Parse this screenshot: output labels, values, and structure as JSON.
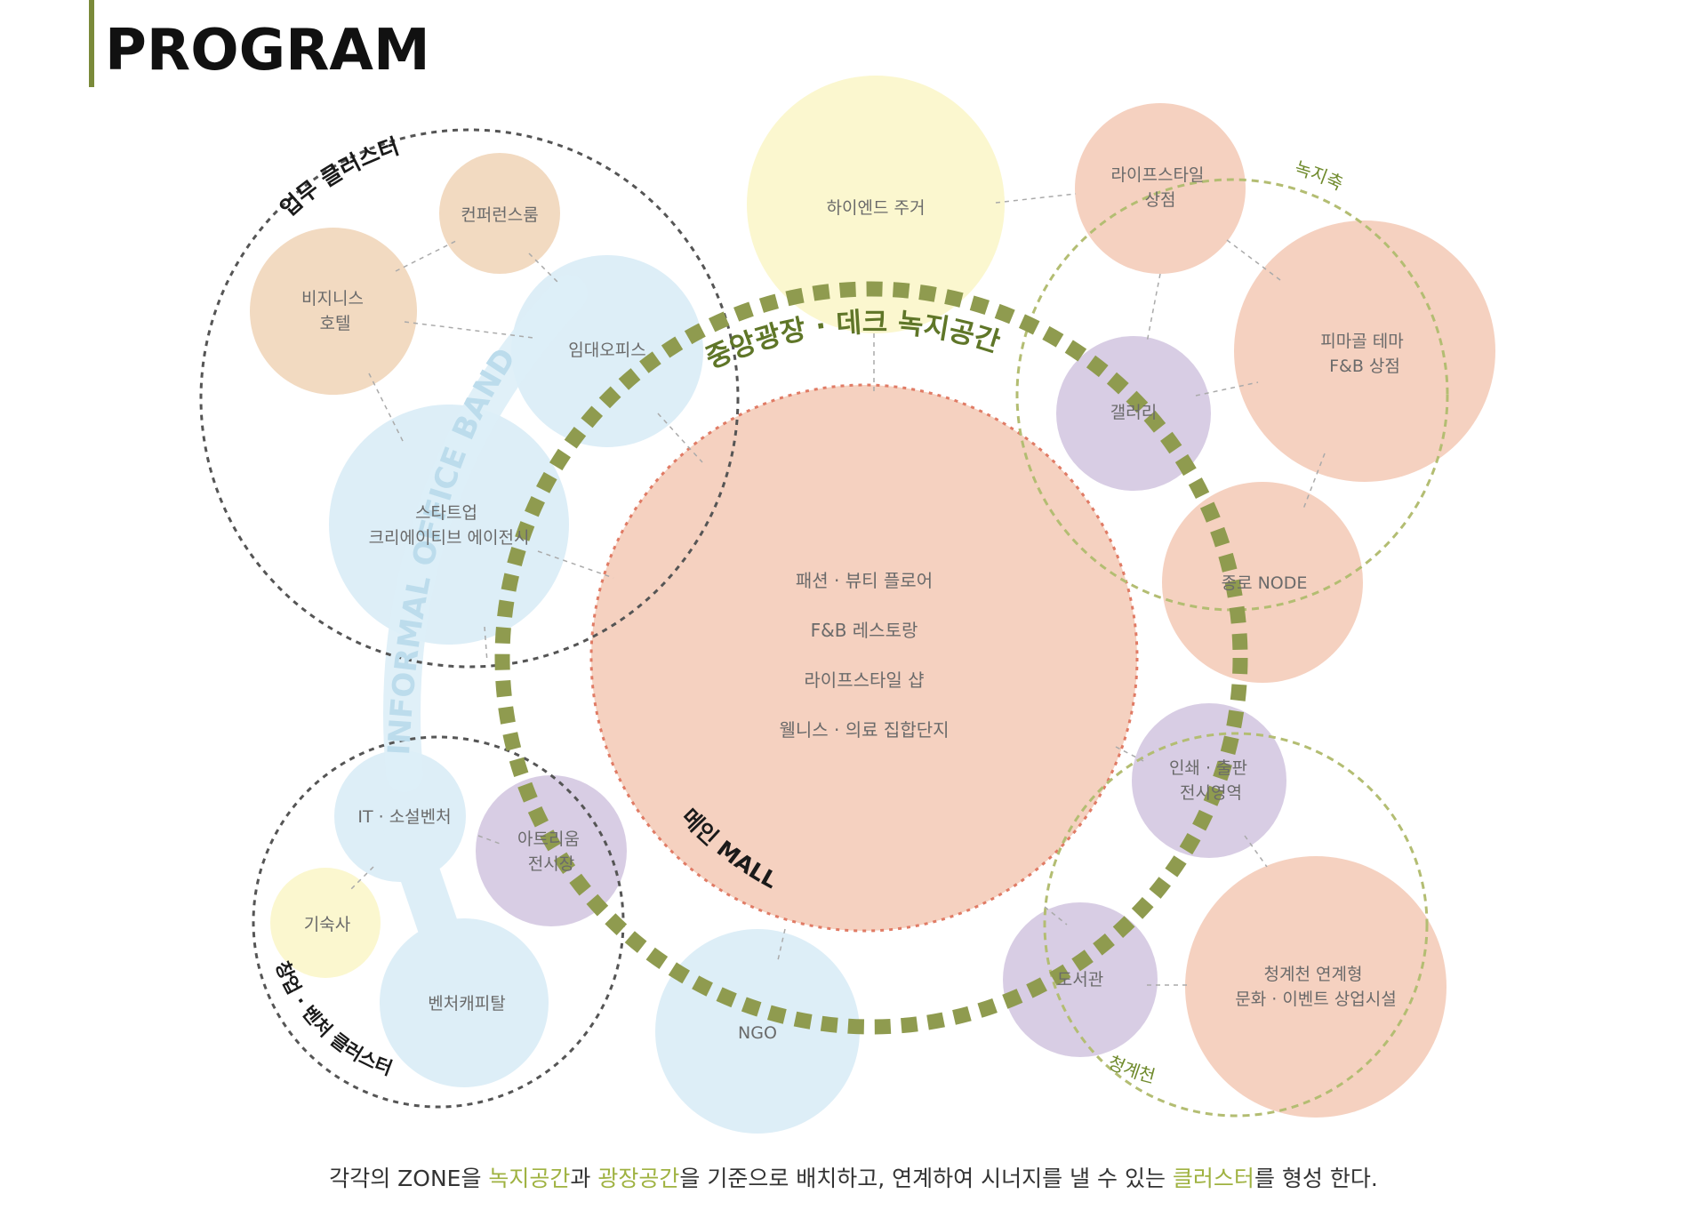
{
  "title": "PROGRAM",
  "colors": {
    "accent_bar": "#7a8a3a",
    "deck_ring": "#8f9b4f",
    "highlight_green": "#9fb241",
    "orange_fill": "#f5d1c0",
    "tan_fill": "#f2dac1",
    "blue_fill": "#ddeef7",
    "purple_fill": "#d8cde4",
    "yellow_fill": "#fbf7cf"
  },
  "clusters": {
    "work": "업무 클러스터",
    "venture": "창업 · 벤처 클러스터",
    "green_axis": "녹지축",
    "cheonggyecheon": "청계천",
    "deck": "중앙광장 · 데크 녹지공간",
    "band": "INFORMAL OFFICE BAND 형성",
    "mall": "메인 MALL"
  },
  "nodes": {
    "conference": "컨퍼런스룸",
    "business_hotel": [
      "비지니스",
      "호텔"
    ],
    "rental_office": "임대오피스",
    "startup": [
      "스타트업",
      "크리에이티브 에이전시"
    ],
    "highend": "하이엔드 주거",
    "lifestyle_store": [
      "라이프스타일",
      "상점"
    ],
    "pimagol": [
      "피마골 테마",
      "F&B 상점"
    ],
    "gallery": "갤러리",
    "jongno": "종로 NODE",
    "printing": [
      "인쇄 · 출판",
      "전시영역"
    ],
    "library": "도서관",
    "cheonggye_culture": [
      "청계천 연계형",
      "문화 · 이벤트 상업시설"
    ],
    "ngo": "NGO",
    "it_venture": "IT · 소설벤처",
    "atrium": [
      "아트리움",
      "전시장"
    ],
    "dormitory": "기숙사",
    "venture_capital": "벤처캐피탈"
  },
  "mall_items": [
    "패션 · 뷰티 플로어",
    "F&B 레스토랑",
    "라이프스타일 샵",
    "웰니스 · 의료 집합단지"
  ],
  "caption": {
    "part1": "각각의 ZONE을 ",
    "green_space": "녹지공간",
    "part2": "과 ",
    "plaza_space": "광장공간",
    "part3": "을 기준으로 배치하고, 연계하여 시너지를 낼 수 있는 ",
    "cluster": "클러스터",
    "part4": "를 형성 한다."
  }
}
